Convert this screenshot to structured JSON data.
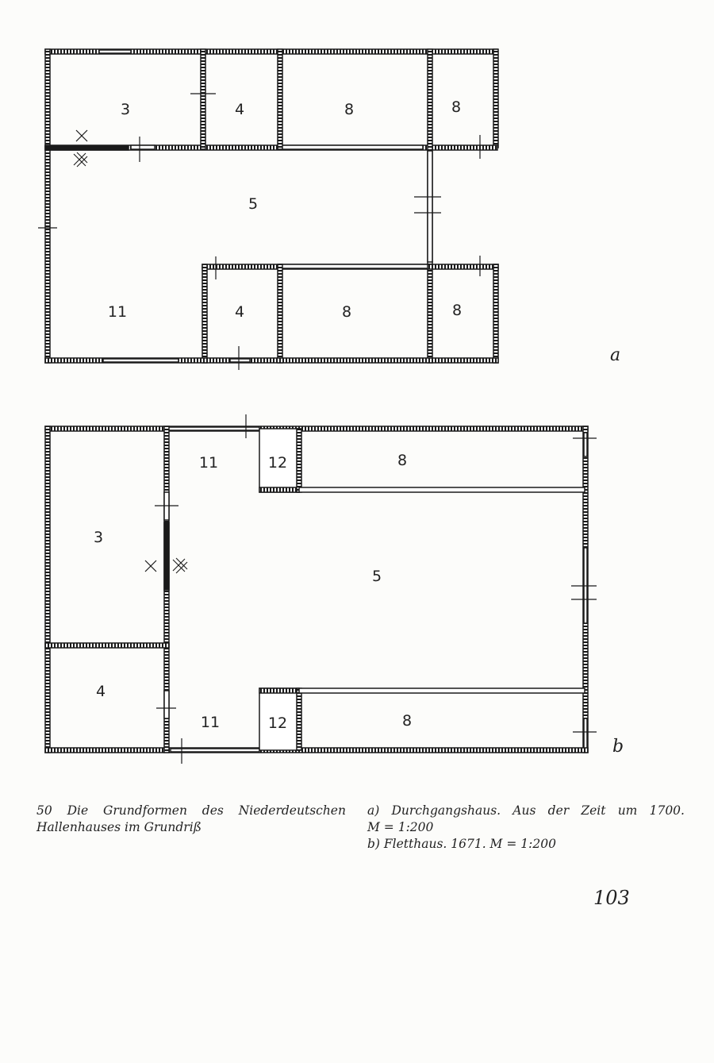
{
  "figure": {
    "plan_a": {
      "letter": "a",
      "rooms": [
        {
          "id": "a-3",
          "label": "3"
        },
        {
          "id": "a-4-top",
          "label": "4"
        },
        {
          "id": "a-8-top-left",
          "label": "8"
        },
        {
          "id": "a-8-top-right",
          "label": "8"
        },
        {
          "id": "a-5",
          "label": "5"
        },
        {
          "id": "a-11",
          "label": "11"
        },
        {
          "id": "a-4-bottom",
          "label": "4"
        },
        {
          "id": "a-8-bottom-left",
          "label": "8"
        },
        {
          "id": "a-8-bottom-right",
          "label": "8"
        }
      ],
      "symbols": [
        "hearth-x-mark",
        "hearth-star-mark"
      ]
    },
    "plan_b": {
      "letter": "b",
      "rooms": [
        {
          "id": "b-11-top",
          "label": "11"
        },
        {
          "id": "b-12-top",
          "label": "12"
        },
        {
          "id": "b-8-top",
          "label": "8"
        },
        {
          "id": "b-3",
          "label": "3"
        },
        {
          "id": "b-5",
          "label": "5"
        },
        {
          "id": "b-4",
          "label": "4"
        },
        {
          "id": "b-11-bottom",
          "label": "11"
        },
        {
          "id": "b-12-bottom",
          "label": "12"
        },
        {
          "id": "b-8-bottom",
          "label": "8"
        }
      ],
      "symbols": [
        "hearth-x-mark",
        "hearth-star-mark"
      ]
    }
  },
  "caption": {
    "left_line1_words": [
      "50",
      "Die",
      "Grundformen",
      "des",
      "Niederdeutschen"
    ],
    "left_line2": "Hallenhauses im Grundriß",
    "right_line1_words": [
      "a)",
      "Durchgangshaus.",
      "Aus",
      "der",
      "Zeit",
      "um",
      "1700."
    ],
    "right_line2": "M = 1:200",
    "right_line3": "b) Fletthaus. 1671. M = 1:200"
  },
  "page_number": "103",
  "colors": {
    "paper": "#fcfcfa",
    "ink": "#1a1a1a"
  }
}
